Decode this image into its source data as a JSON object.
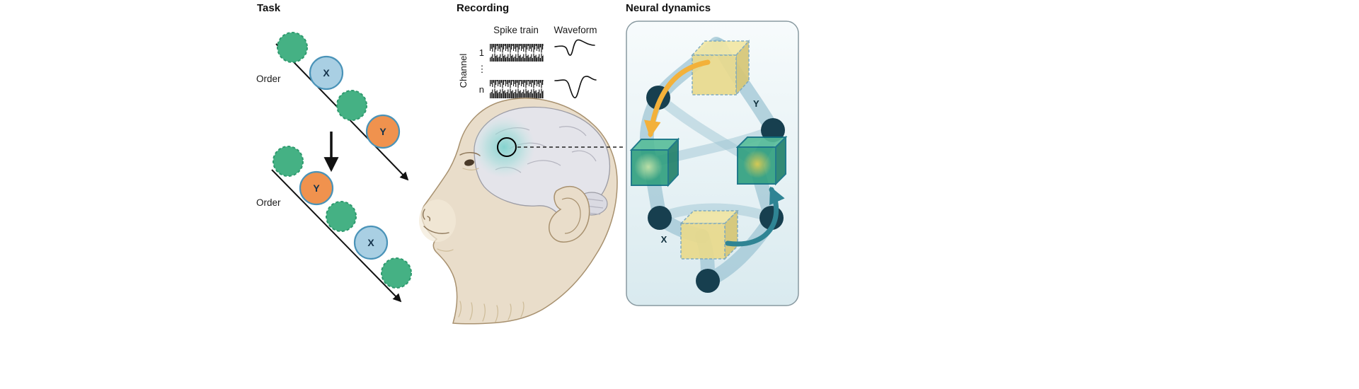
{
  "figure": {
    "task": {
      "title": "Task",
      "order_label": "Order",
      "x_label": "X",
      "y_label": "Y"
    },
    "recording": {
      "title": "Recording",
      "spike_train_label": "Spike train",
      "waveform_label": "Waveform",
      "channel_label": "Channel",
      "channel_first": "1",
      "channel_dots": "⋮",
      "channel_last": "n"
    },
    "neural": {
      "title": "Neural dynamics",
      "y_label": "Y",
      "x_label": "X"
    },
    "colors": {
      "green_circle": "#45b184",
      "blue_circle": "#a9cfe3",
      "orange_circle": "#f0924e",
      "circle_outline": "#4a93b8",
      "node_dark_teal": "#173f4f",
      "blob_blue": "#9fc6d4",
      "cube_yellow": "#e9da8c",
      "cube_green": "#2f9f7e",
      "arrow_orange": "#f3b13a",
      "arrow_teal": "#2f8494",
      "panel_bg_top": "#f7fbfc",
      "panel_bg_bottom": "#d9eaef",
      "monkey_skin": "#e9ddca",
      "brain_gray": "#e4e4ea",
      "highlight_teal": "#7fd2cd"
    }
  }
}
